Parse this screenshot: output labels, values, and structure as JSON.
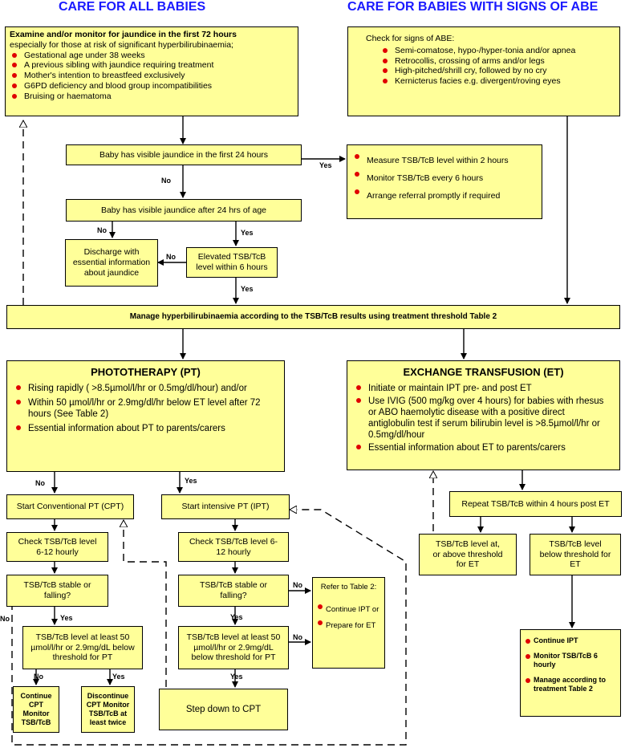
{
  "headers": {
    "left": "CARE FOR ALL BABIES",
    "right": "CARE FOR BABIES WITH SIGNS OF ABE"
  },
  "examine": {
    "title": "Examine and/or monitor for jaundice in the first 72 hours",
    "subtitle": "especially for those at risk of significant hyperbilirubinaemia;",
    "items": [
      "Gestational age under 38 weeks",
      "A previous sibling with jaundice requiring treatment",
      "Mother's intention to breastfeed exclusively",
      "G6PD deficiency and blood group incompatibilities",
      "Bruising or haematoma"
    ]
  },
  "abe": {
    "title": "Check for signs of ABE:",
    "items": [
      "Semi-comatose, hypo-/hyper-tonia and/or apnea",
      "Retrocollis, crossing of arms and/or legs",
      "High-pitched/shrill cry, followed by no cry",
      "Kernicterus facies e.g. divergent/roving eyes"
    ]
  },
  "jaundice24": "Baby has visible jaundice in the first 24 hours",
  "measure": {
    "items": [
      "Measure TSB/TcB level within 2 hours",
      "Monitor TSB/TcB every 6 hours",
      "Arrange referral promptly if required"
    ]
  },
  "after24": "Baby has visible jaundice after 24 hrs of age",
  "discharge": "Discharge with essential information about jaundice",
  "elevated": "Elevated TSB/TcB level within 6 hours",
  "manage": "Manage hyperbilirubinaemia according to the TSB/TcB results using treatment threshold Table 2",
  "pt": {
    "title": "PHOTOTHERAPY (PT)",
    "items": [
      "Rising rapidly ( >8.5µmol/l/hr or 0.5mg/dl/hour) and/or",
      "Within 50 µmol/l/hr or 2.9mg/dl/hr below ET level after 72 hours (See Table 2)",
      "Essential information about PT to parents/carers"
    ]
  },
  "et": {
    "title": "EXCHANGE TRANSFUSION (ET)",
    "items": [
      "Initiate or maintain IPT pre- and post ET",
      "Use IVIG (500 mg/kg over 4 hours) for babies with rhesus or ABO haemolytic disease with a positive direct antiglobulin test if serum bilirubin level is >8.5µmol/l/hr or 0.5mg/dl/hour",
      "Essential information about ET to parents/carers"
    ]
  },
  "cpt": "Start Conventional PT (CPT)",
  "ipt": "Start intensive PT (IPT)",
  "check_cpt": "Check TSB/TcB level 6-12 hourly",
  "check_ipt": "Check TSB/TcB level 6-12 hourly",
  "stable_cpt": "TSB/TcB stable or falling?",
  "stable_ipt": "TSB/TcB stable or falling?",
  "atleast_cpt": "TSB/TcB level at least 50 µmol/l/hr or 2.9mg/dL below threshold for PT",
  "atleast_ipt": "TSB/TcB level at least 50 µmol/l/hr or 2.9mg/dL below threshold for PT",
  "continue_cpt": "Continue CPT Monitor TSB/TcB",
  "discontinue": "Discontinue CPT Monitor TSB/TcB at least twice",
  "stepdown": "Step down to CPT",
  "refer": {
    "title": "Refer to Table 2:",
    "items": [
      "Continue IPT or",
      "Prepare for ET"
    ]
  },
  "repeat": "Repeat TSB/TcB within 4 hours post ET",
  "at_above": "TSB/TcB level at, or above threshold for ET",
  "below": "TSB/TcB level below threshold for ET",
  "final": {
    "items": [
      "Continue IPT",
      "Monitor TSB/TcB 6 hourly",
      "Manage according to treatment Table 2"
    ]
  },
  "labels": {
    "yes": "Yes",
    "no": "No"
  },
  "colors": {
    "box_fill": "#ffff99",
    "header_text": "#1a1aff",
    "bullet": "#e00000"
  }
}
